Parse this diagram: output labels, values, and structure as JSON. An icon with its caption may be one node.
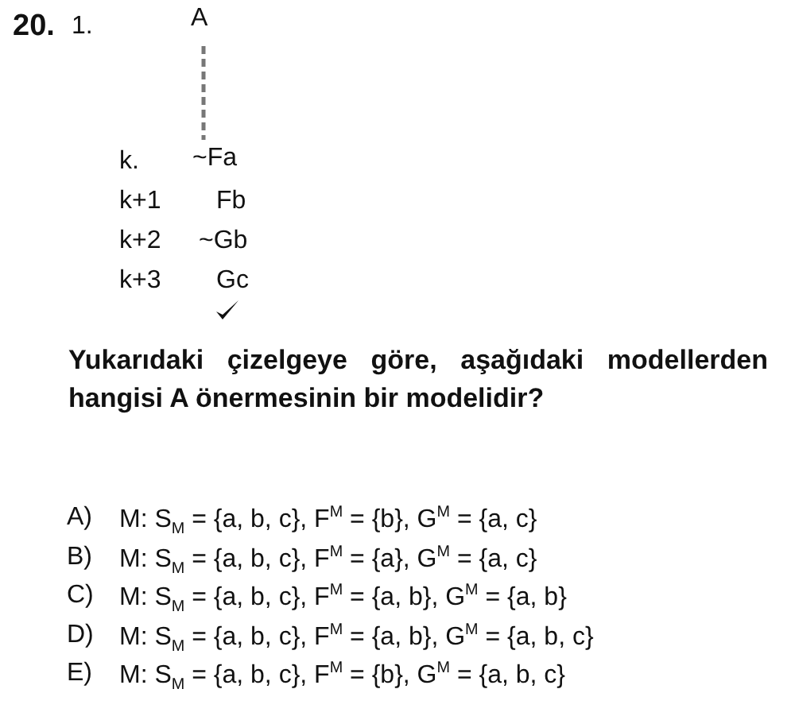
{
  "diagram": {
    "nodes": [
      {
        "text": [
          "A"
        ]
      },
      {
        "text": [
          "~Fa"
        ]
      }
    ],
    "edges": [
      {
        "from": 0,
        "to": 1,
        "arrow": "none",
        "style": "dashed",
        "color": "#777777"
      }
    ],
    "labels": [
      "20.",
      "1.",
      "k.",
      "k+1",
      "Fb",
      "k+2",
      "~Gb",
      "k+3",
      "Gc",
      "Yukarıdaki çizelgeye göre, aşağıdaki modellerden hangisi A önermesinin bir modelidir?",
      "A)",
      "M: S$_{M}$ = {a, b, c}, F$^{M}$ = {b}, G$^{M}$ = {a, c}",
      "B)",
      "M: S$_{M}$ = {a, b, c}, F$^{M}$ = {a}, G$^{M}$ = {a, c}",
      "C)",
      "M: S$_{M}$ = {a, b, c}, F$^{M}$ = {a, b}, G$^{M}$ = {a, b}",
      "D)",
      "M: S$_{M}$ = {a, b, c}, F$^{M}$ = {a, b}, G$^{M}$ = {a, b, c}",
      "E)",
      "M: S$_{M}$ = {a, b, c}, F$^{M}$ = {b}, G$^{M}$ = {a, b, c}"
    ]
  }
}
